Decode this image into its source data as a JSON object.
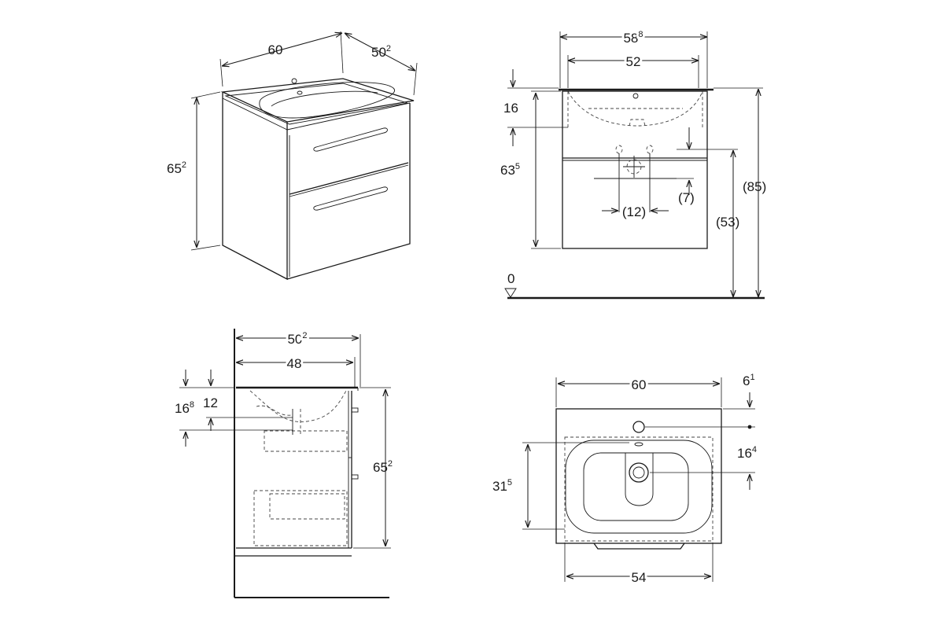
{
  "views": {
    "iso": {
      "width": {
        "base": "60",
        "sup": ""
      },
      "depth": {
        "base": "50",
        "sup": "2"
      },
      "height": {
        "base": "65",
        "sup": "2"
      }
    },
    "front": {
      "outer_width": {
        "base": "58",
        "sup": "8"
      },
      "basin_width": {
        "base": "52",
        "sup": ""
      },
      "top_offset": {
        "base": "16",
        "sup": ""
      },
      "body_height": {
        "base": "63",
        "sup": "5"
      },
      "drain_drop": {
        "base": "(7)",
        "sup": ""
      },
      "drain_spacing": {
        "base": "(12)",
        "sup": ""
      },
      "floor_to_drain": {
        "base": "(53)",
        "sup": ""
      },
      "floor_to_top": {
        "base": "(85)",
        "sup": ""
      },
      "floor_level": {
        "base": "0",
        "sup": ""
      }
    },
    "side": {
      "total_depth": {
        "base": "50",
        "sup": "2"
      },
      "body_depth": {
        "base": "48",
        "sup": ""
      },
      "basin_depth": {
        "base": "16",
        "sup": "8"
      },
      "rim_offset": {
        "base": "12",
        "sup": ""
      },
      "height": {
        "base": "65",
        "sup": "2"
      }
    },
    "top": {
      "width": {
        "base": "60",
        "sup": ""
      },
      "tap_offset": {
        "base": "6",
        "sup": "1"
      },
      "tap_to_drain": {
        "base": "16",
        "sup": "4"
      },
      "drain_from_front": {
        "base": "31",
        "sup": "5"
      },
      "bottom_width": {
        "base": "54",
        "sup": ""
      }
    }
  }
}
